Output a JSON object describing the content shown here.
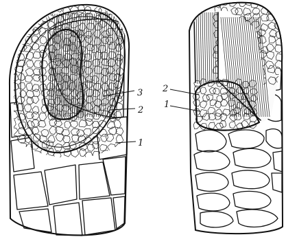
{
  "figure": {
    "left_labels": {
      "l3": "3",
      "l2": "2",
      "l1": "1"
    },
    "right_labels": {
      "r2": "2",
      "r1": "1"
    }
  }
}
